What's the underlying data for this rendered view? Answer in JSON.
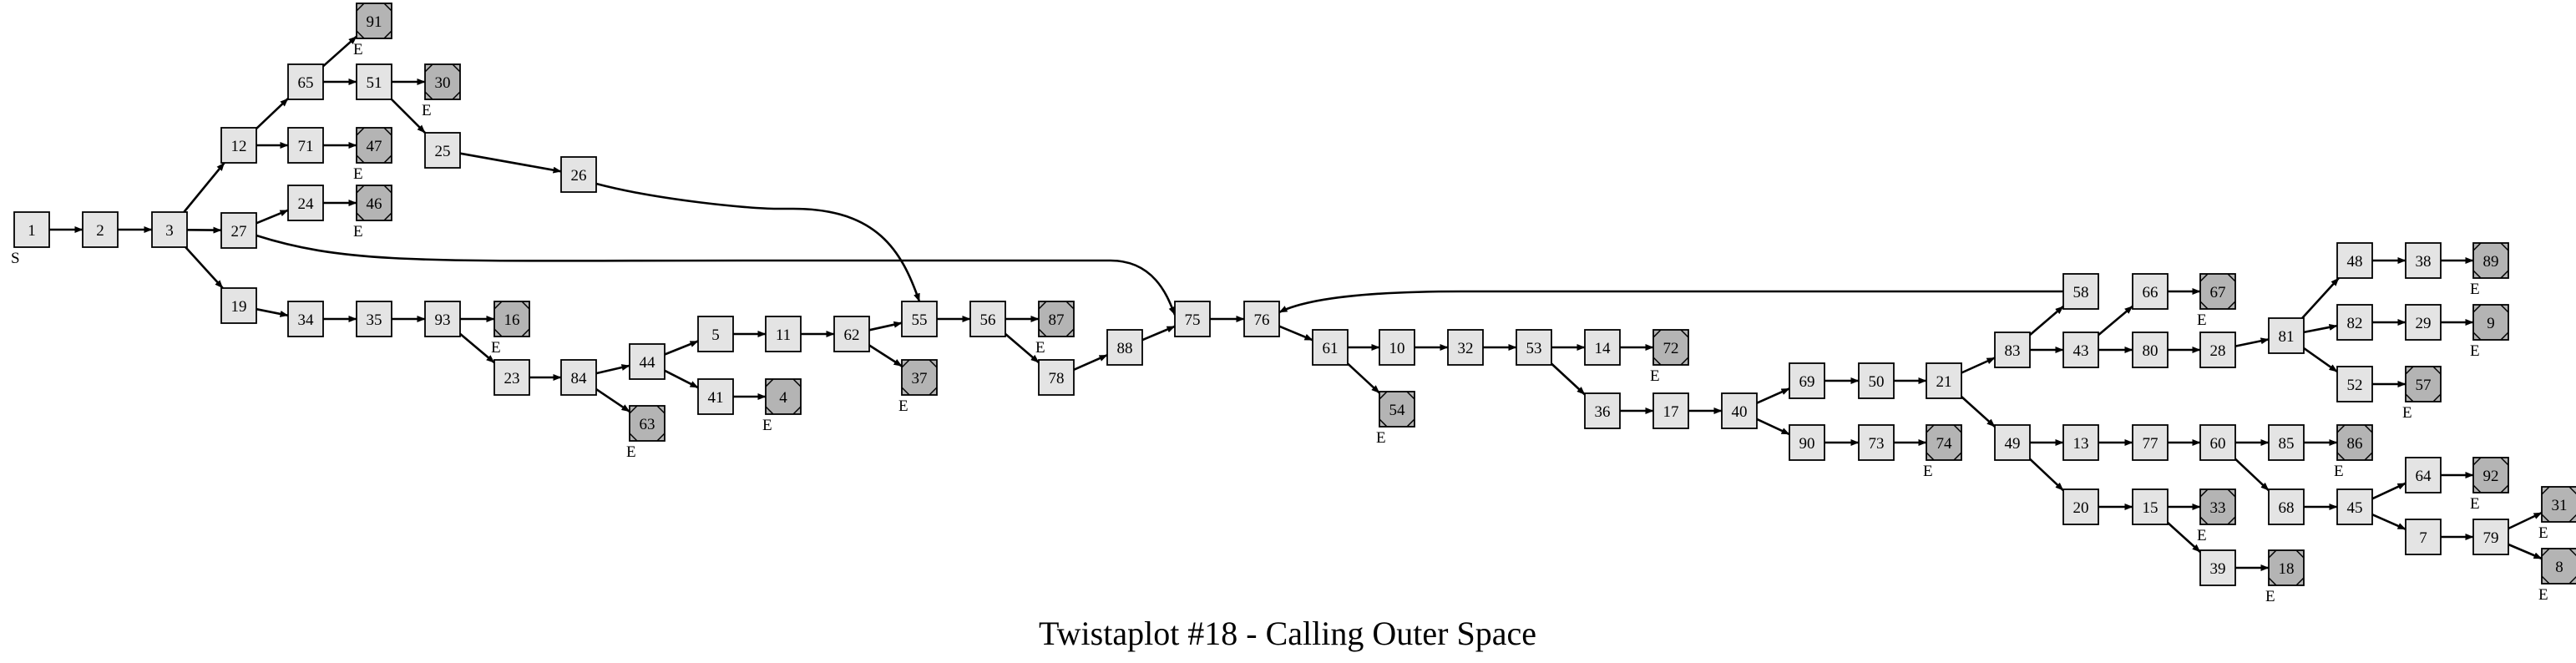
{
  "title": "Twistaplot #18 - Calling Outer Space",
  "colors": {
    "node": "#e4e4e4",
    "end_node": "#b4b4b4",
    "stroke": "#000000"
  },
  "tags": {
    "start": "S",
    "end": "E"
  },
  "nodes": [
    {
      "id": "1",
      "type": "start"
    },
    {
      "id": "2"
    },
    {
      "id": "3"
    },
    {
      "id": "12"
    },
    {
      "id": "27"
    },
    {
      "id": "19"
    },
    {
      "id": "65"
    },
    {
      "id": "71"
    },
    {
      "id": "24"
    },
    {
      "id": "34"
    },
    {
      "id": "91",
      "type": "end"
    },
    {
      "id": "51"
    },
    {
      "id": "47",
      "type": "end"
    },
    {
      "id": "46",
      "type": "end"
    },
    {
      "id": "35"
    },
    {
      "id": "30",
      "type": "end"
    },
    {
      "id": "25"
    },
    {
      "id": "93"
    },
    {
      "id": "16",
      "type": "end"
    },
    {
      "id": "23"
    },
    {
      "id": "26"
    },
    {
      "id": "84"
    },
    {
      "id": "44"
    },
    {
      "id": "63",
      "type": "end"
    },
    {
      "id": "5"
    },
    {
      "id": "41"
    },
    {
      "id": "11"
    },
    {
      "id": "4",
      "type": "end"
    },
    {
      "id": "62"
    },
    {
      "id": "55"
    },
    {
      "id": "37",
      "type": "end"
    },
    {
      "id": "56"
    },
    {
      "id": "87",
      "type": "end"
    },
    {
      "id": "78"
    },
    {
      "id": "88"
    },
    {
      "id": "75"
    },
    {
      "id": "76"
    },
    {
      "id": "61"
    },
    {
      "id": "10"
    },
    {
      "id": "54",
      "type": "end"
    },
    {
      "id": "32"
    },
    {
      "id": "53"
    },
    {
      "id": "14"
    },
    {
      "id": "36"
    },
    {
      "id": "72",
      "type": "end"
    },
    {
      "id": "17"
    },
    {
      "id": "40"
    },
    {
      "id": "69"
    },
    {
      "id": "90"
    },
    {
      "id": "50"
    },
    {
      "id": "73"
    },
    {
      "id": "21"
    },
    {
      "id": "74",
      "type": "end"
    },
    {
      "id": "83"
    },
    {
      "id": "49"
    },
    {
      "id": "58"
    },
    {
      "id": "43"
    },
    {
      "id": "13"
    },
    {
      "id": "20"
    },
    {
      "id": "66"
    },
    {
      "id": "80"
    },
    {
      "id": "77"
    },
    {
      "id": "15"
    },
    {
      "id": "67",
      "type": "end"
    },
    {
      "id": "28"
    },
    {
      "id": "60"
    },
    {
      "id": "33",
      "type": "end"
    },
    {
      "id": "39"
    },
    {
      "id": "81"
    },
    {
      "id": "85"
    },
    {
      "id": "68"
    },
    {
      "id": "18",
      "type": "end"
    },
    {
      "id": "48"
    },
    {
      "id": "82"
    },
    {
      "id": "52"
    },
    {
      "id": "86",
      "type": "end"
    },
    {
      "id": "45"
    },
    {
      "id": "38"
    },
    {
      "id": "29"
    },
    {
      "id": "57",
      "type": "end"
    },
    {
      "id": "64"
    },
    {
      "id": "7"
    },
    {
      "id": "89",
      "type": "end"
    },
    {
      "id": "9",
      "type": "end"
    },
    {
      "id": "92",
      "type": "end"
    },
    {
      "id": "79"
    },
    {
      "id": "31",
      "type": "end"
    },
    {
      "id": "8",
      "type": "end"
    }
  ],
  "edges": [
    [
      "1",
      "2"
    ],
    [
      "2",
      "3"
    ],
    [
      "3",
      "12"
    ],
    [
      "3",
      "27"
    ],
    [
      "3",
      "19"
    ],
    [
      "12",
      "65"
    ],
    [
      "12",
      "71"
    ],
    [
      "27",
      "24"
    ],
    [
      "27",
      "75"
    ],
    [
      "19",
      "34"
    ],
    [
      "65",
      "91"
    ],
    [
      "65",
      "51"
    ],
    [
      "71",
      "47"
    ],
    [
      "24",
      "46"
    ],
    [
      "34",
      "35"
    ],
    [
      "51",
      "30"
    ],
    [
      "51",
      "25"
    ],
    [
      "35",
      "93"
    ],
    [
      "93",
      "16"
    ],
    [
      "93",
      "23"
    ],
    [
      "25",
      "26"
    ],
    [
      "23",
      "84"
    ],
    [
      "84",
      "44"
    ],
    [
      "84",
      "63"
    ],
    [
      "44",
      "5"
    ],
    [
      "44",
      "41"
    ],
    [
      "5",
      "11"
    ],
    [
      "41",
      "4"
    ],
    [
      "11",
      "62"
    ],
    [
      "26",
      "55"
    ],
    [
      "62",
      "55"
    ],
    [
      "62",
      "37"
    ],
    [
      "55",
      "56"
    ],
    [
      "56",
      "87"
    ],
    [
      "56",
      "78"
    ],
    [
      "78",
      "88"
    ],
    [
      "88",
      "75"
    ],
    [
      "75",
      "76"
    ],
    [
      "76",
      "61"
    ],
    [
      "61",
      "10"
    ],
    [
      "61",
      "54"
    ],
    [
      "10",
      "32"
    ],
    [
      "32",
      "53"
    ],
    [
      "53",
      "14"
    ],
    [
      "53",
      "36"
    ],
    [
      "14",
      "72"
    ],
    [
      "36",
      "17"
    ],
    [
      "17",
      "40"
    ],
    [
      "40",
      "69"
    ],
    [
      "40",
      "90"
    ],
    [
      "69",
      "50"
    ],
    [
      "90",
      "73"
    ],
    [
      "50",
      "21"
    ],
    [
      "73",
      "74"
    ],
    [
      "21",
      "83"
    ],
    [
      "21",
      "49"
    ],
    [
      "83",
      "58"
    ],
    [
      "83",
      "43"
    ],
    [
      "58",
      "76"
    ],
    [
      "43",
      "66"
    ],
    [
      "43",
      "80"
    ],
    [
      "66",
      "67"
    ],
    [
      "80",
      "28"
    ],
    [
      "28",
      "81"
    ],
    [
      "81",
      "48"
    ],
    [
      "81",
      "82"
    ],
    [
      "81",
      "52"
    ],
    [
      "48",
      "38"
    ],
    [
      "38",
      "89"
    ],
    [
      "82",
      "29"
    ],
    [
      "29",
      "9"
    ],
    [
      "52",
      "57"
    ],
    [
      "49",
      "13"
    ],
    [
      "49",
      "20"
    ],
    [
      "13",
      "77"
    ],
    [
      "77",
      "60"
    ],
    [
      "60",
      "85"
    ],
    [
      "60",
      "68"
    ],
    [
      "85",
      "86"
    ],
    [
      "68",
      "45"
    ],
    [
      "45",
      "64"
    ],
    [
      "45",
      "7"
    ],
    [
      "64",
      "92"
    ],
    [
      "7",
      "79"
    ],
    [
      "79",
      "31"
    ],
    [
      "79",
      "8"
    ],
    [
      "20",
      "15"
    ],
    [
      "15",
      "33"
    ],
    [
      "15",
      "39"
    ],
    [
      "39",
      "18"
    ]
  ]
}
